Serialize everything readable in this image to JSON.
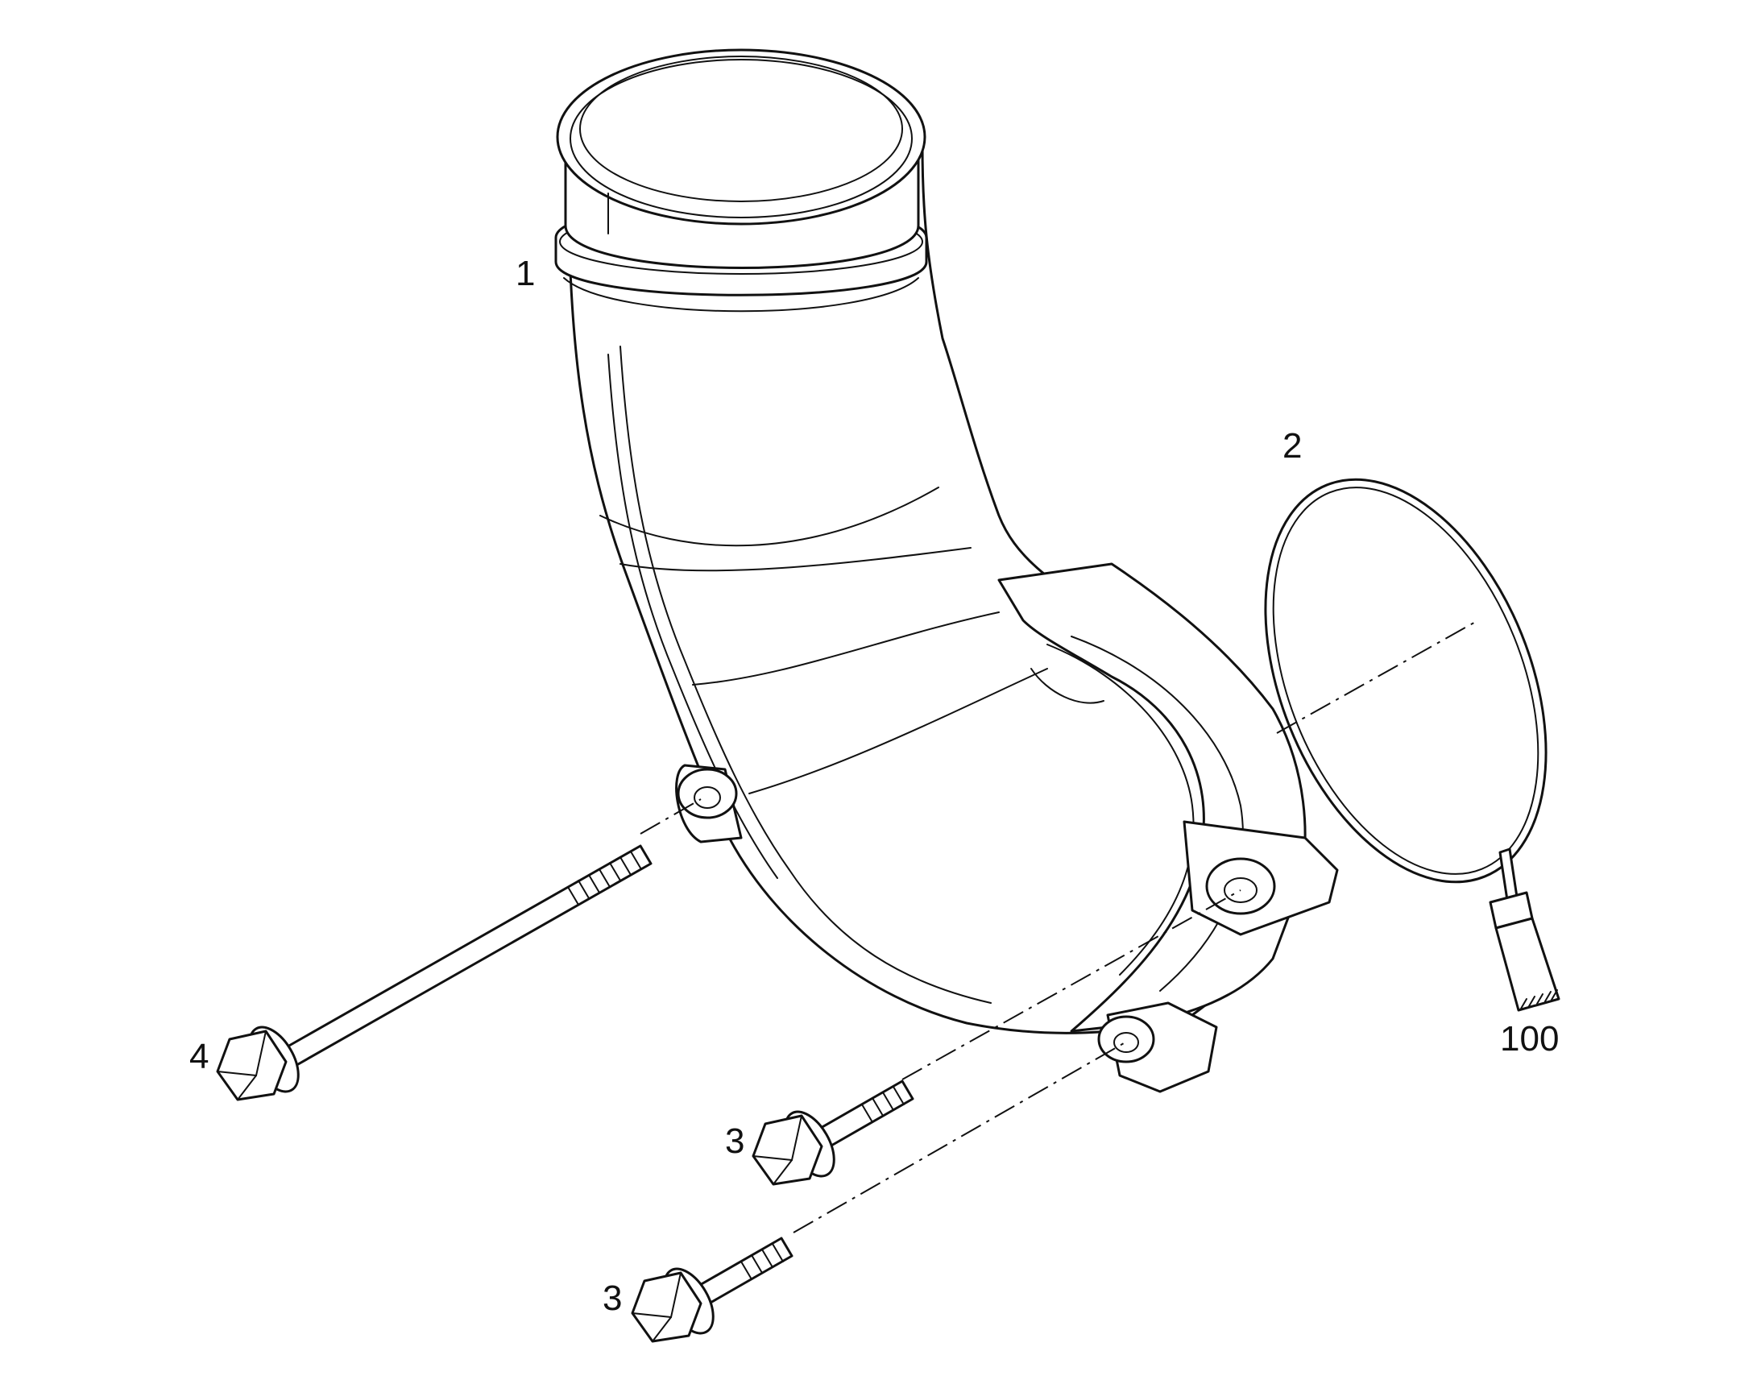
{
  "callouts": [
    {
      "id": "c1",
      "text": "1",
      "part": "coolant-elbow-pipe"
    },
    {
      "id": "c2",
      "text": "2",
      "part": "o-ring-seal"
    },
    {
      "id": "c3a",
      "text": "3",
      "part": "flange-bolt-short-upper"
    },
    {
      "id": "c3b",
      "text": "3",
      "part": "flange-bolt-short-lower"
    },
    {
      "id": "c4",
      "text": "4",
      "part": "long-stud-bolt"
    },
    {
      "id": "c100",
      "text": "100",
      "part": "sealant-tube"
    }
  ],
  "colors": {
    "line": "#111111",
    "background": "#ffffff"
  }
}
